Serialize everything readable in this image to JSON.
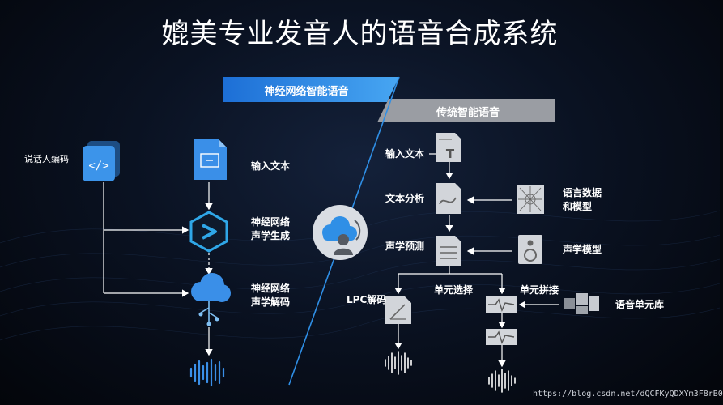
{
  "title": "媲美专业发音人的语音合成系统",
  "colors": {
    "accent": "#2f8fe6",
    "gray_banner": "#9a9da3",
    "line": "#ffffff"
  },
  "neural": {
    "banner": "神经网络智能语音",
    "speaker": "说话人编码",
    "input_text": "输入文本",
    "stage1": [
      "神经网络",
      "声学生成"
    ],
    "stage2": [
      "神经网络",
      "声学解码"
    ]
  },
  "traditional": {
    "banner": "传统智能语音",
    "input_text": "输入文本",
    "text_analysis": "文本分析",
    "language_data": [
      "语言数据",
      "和模型"
    ],
    "acoustic_predict": "声学预测",
    "acoustic_model": "声学模型",
    "lpc": "LPC解码",
    "unit_select": "单元选择",
    "unit_concat": "单元拼接",
    "unit_lib": "语音单元库"
  },
  "watermark": "https://blog.csdn.net/dQCFKyQDXYm3F8rB0",
  "icons": [
    "code-doc-icon",
    "text-doc-icon",
    "neural-hex-icon",
    "cloud-tree-icon",
    "waveform-icon",
    "cloud-voice-icon",
    "text-file-icon",
    "curve-doc-icon",
    "mesh-icon",
    "list-doc-icon",
    "speaker-icon",
    "chart-doc-icon",
    "wave-box-icon",
    "cube-icon"
  ]
}
